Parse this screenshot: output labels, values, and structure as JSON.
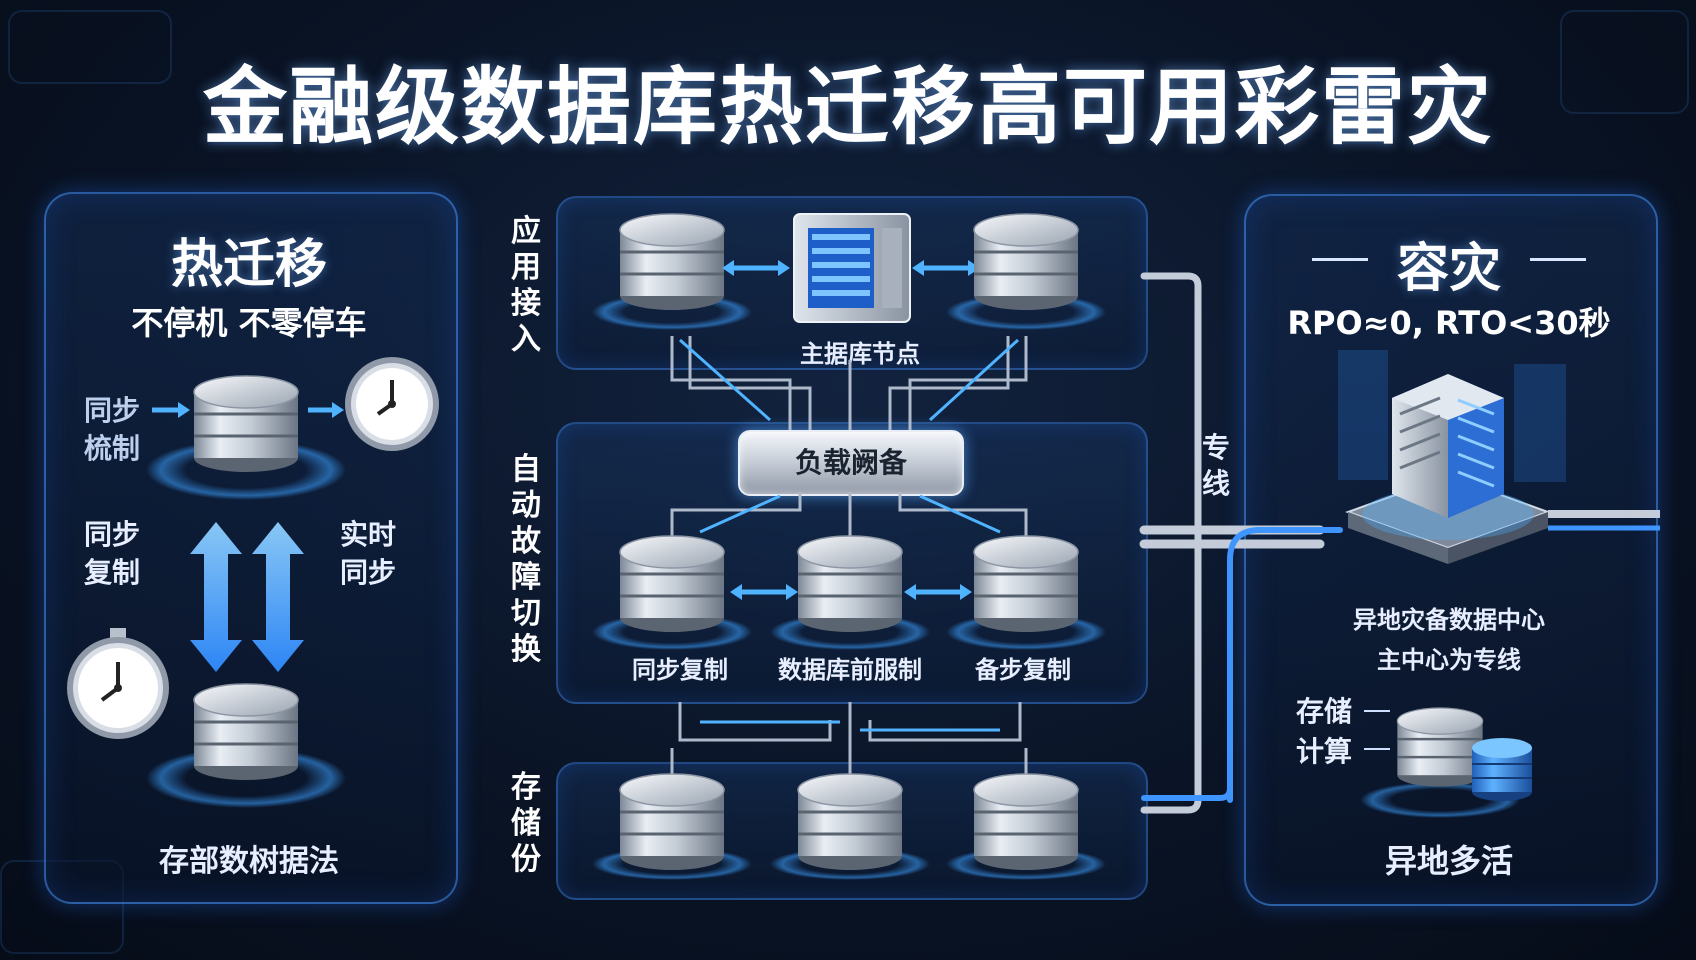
{
  "title": "金融级数据库热迁移高可用彩雷灾",
  "left_panel": {
    "heading": "热迁移",
    "subheading": "不停机 不零停车",
    "label_top_left": "同步\n梳制",
    "label_mid_left": "同步\n复制",
    "label_mid_right": "实时\n同步",
    "bottom_caption": "存部数树据法"
  },
  "center_panel": {
    "section_app": "应\n用\n接\n入",
    "section_failover": "自\n动\n故\n障\n切\n换",
    "section_storage": "存\n储\n份",
    "primary_node_label": "主据库节点",
    "load_balancer_label": "负载阙备",
    "db_row_labels": [
      "同步复制",
      "数据库前服制",
      "备步复制"
    ],
    "dedicated_line_label": "专\n线"
  },
  "right_panel": {
    "heading": "容灾",
    "metrics": "RPO≈0, RTO<30秒",
    "dc_caption_1": "异地灾备数据中心",
    "dc_caption_2": "主中心为专线",
    "storage_label": "存储",
    "compute_label": "计算",
    "bottom_caption": "异地多活"
  },
  "colors": {
    "accent": "#2f8bff",
    "glow": "#4fb3ff",
    "panel_border": "#4696ff",
    "pipe": "#b9c4d2"
  }
}
